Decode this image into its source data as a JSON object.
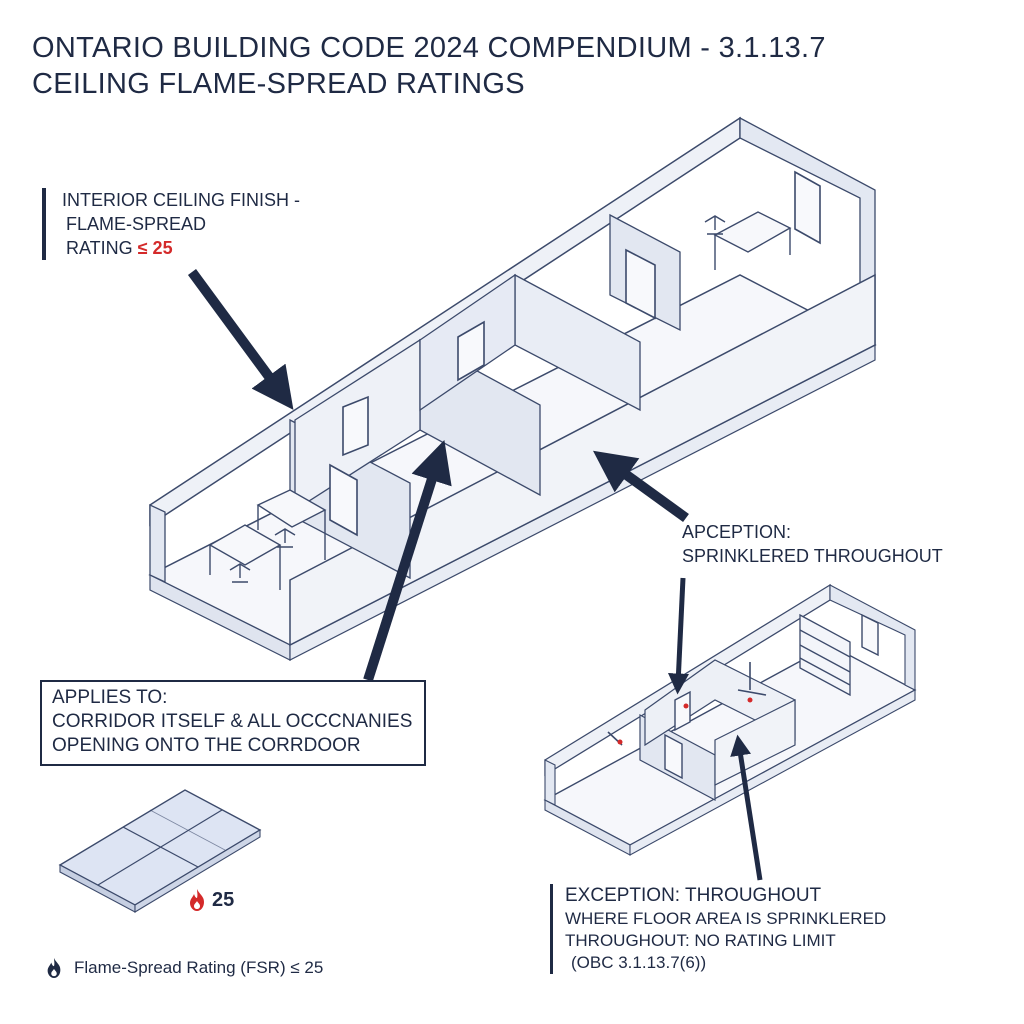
{
  "title": {
    "line1": "ONTARIO BUILDING CODE 2024 COMPENDIUM - 3.1.13.7",
    "line2": "CEILING FLAME-SPREAD RATINGS"
  },
  "callouts": {
    "ceiling_finish": {
      "line1": "INTERIOR CEILING FINISH -",
      "line2": "FLAME-SPREAD",
      "line3_prefix": "RATING ",
      "line3_value": "≤ 25"
    },
    "applies_to": {
      "line1": "APPLIES TO:",
      "line2": "CORRIDOR ITSELF & ALL OCCCNANIES",
      "line3": "OPENING ONTO THE CORRDOOR"
    },
    "apception": {
      "line1": "APCEPTION:",
      "line2": "SPRINKLERED THROUGHOUT"
    },
    "exception": {
      "line1": "EXCEPTION: THROUGHOUT",
      "line2": "WHERE FLOOR AREA IS SPRINKLERED",
      "line3": "THROUGHOUT: NO RATING LIMIT",
      "line4": "(OBC 3.1.13.7(6))"
    }
  },
  "tile": {
    "value": "25"
  },
  "legend": {
    "text": "Flame-Spread Rating (FSR) ≤ 25"
  },
  "icons": {
    "flame": "flame-icon",
    "flame_legend": "flame-outline-icon",
    "sprinkler": "sprinkler-icon",
    "door": "door-icon",
    "desk": "desk-icon",
    "chair": "chair-icon",
    "shelf": "shelf-icon"
  },
  "colors": {
    "ink": "#1f2a44",
    "red": "#d42a2a",
    "wall_fill": "#e6eaf4",
    "floor_fill": "#f6f7fb",
    "tile_fill": "#dde4f3"
  }
}
